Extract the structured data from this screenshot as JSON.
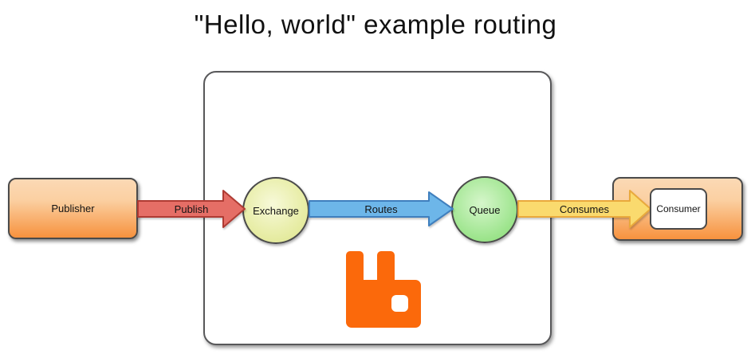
{
  "title": "\"Hello, world\" example routing",
  "nodes": {
    "publisher": {
      "label": "Publisher"
    },
    "exchange": {
      "label": "Exchange"
    },
    "queue": {
      "label": "Queue"
    },
    "consumer": {
      "label": "Consumer"
    }
  },
  "edges": {
    "publish": {
      "label": "Publish"
    },
    "routes": {
      "label": "Routes"
    },
    "consumes": {
      "label": "Consumes"
    }
  },
  "icons": {
    "broker_logo": "rabbitmq-logo"
  },
  "colors": {
    "title_text": "#111111",
    "node_border": "#4a4a4a",
    "broker_border": "#58585a",
    "publisher_gradient_top": "#fbd9b5",
    "publisher_gradient_bottom": "#f7923e",
    "exchange_fill_center": "#f7f9d9",
    "exchange_fill_edge": "#dce488",
    "queue_fill_center": "#d6f6cb",
    "queue_fill_edge": "#82da6e",
    "publish_arrow_fill": "#e56e66",
    "publish_arrow_stroke": "#af3b33",
    "routes_arrow_fill": "#6db6e9",
    "routes_arrow_stroke": "#3f7fbe",
    "consumes_arrow_fill": "#fada6e",
    "consumes_arrow_stroke": "#e9a93c",
    "rabbitmq_orange": "#fb690b"
  }
}
